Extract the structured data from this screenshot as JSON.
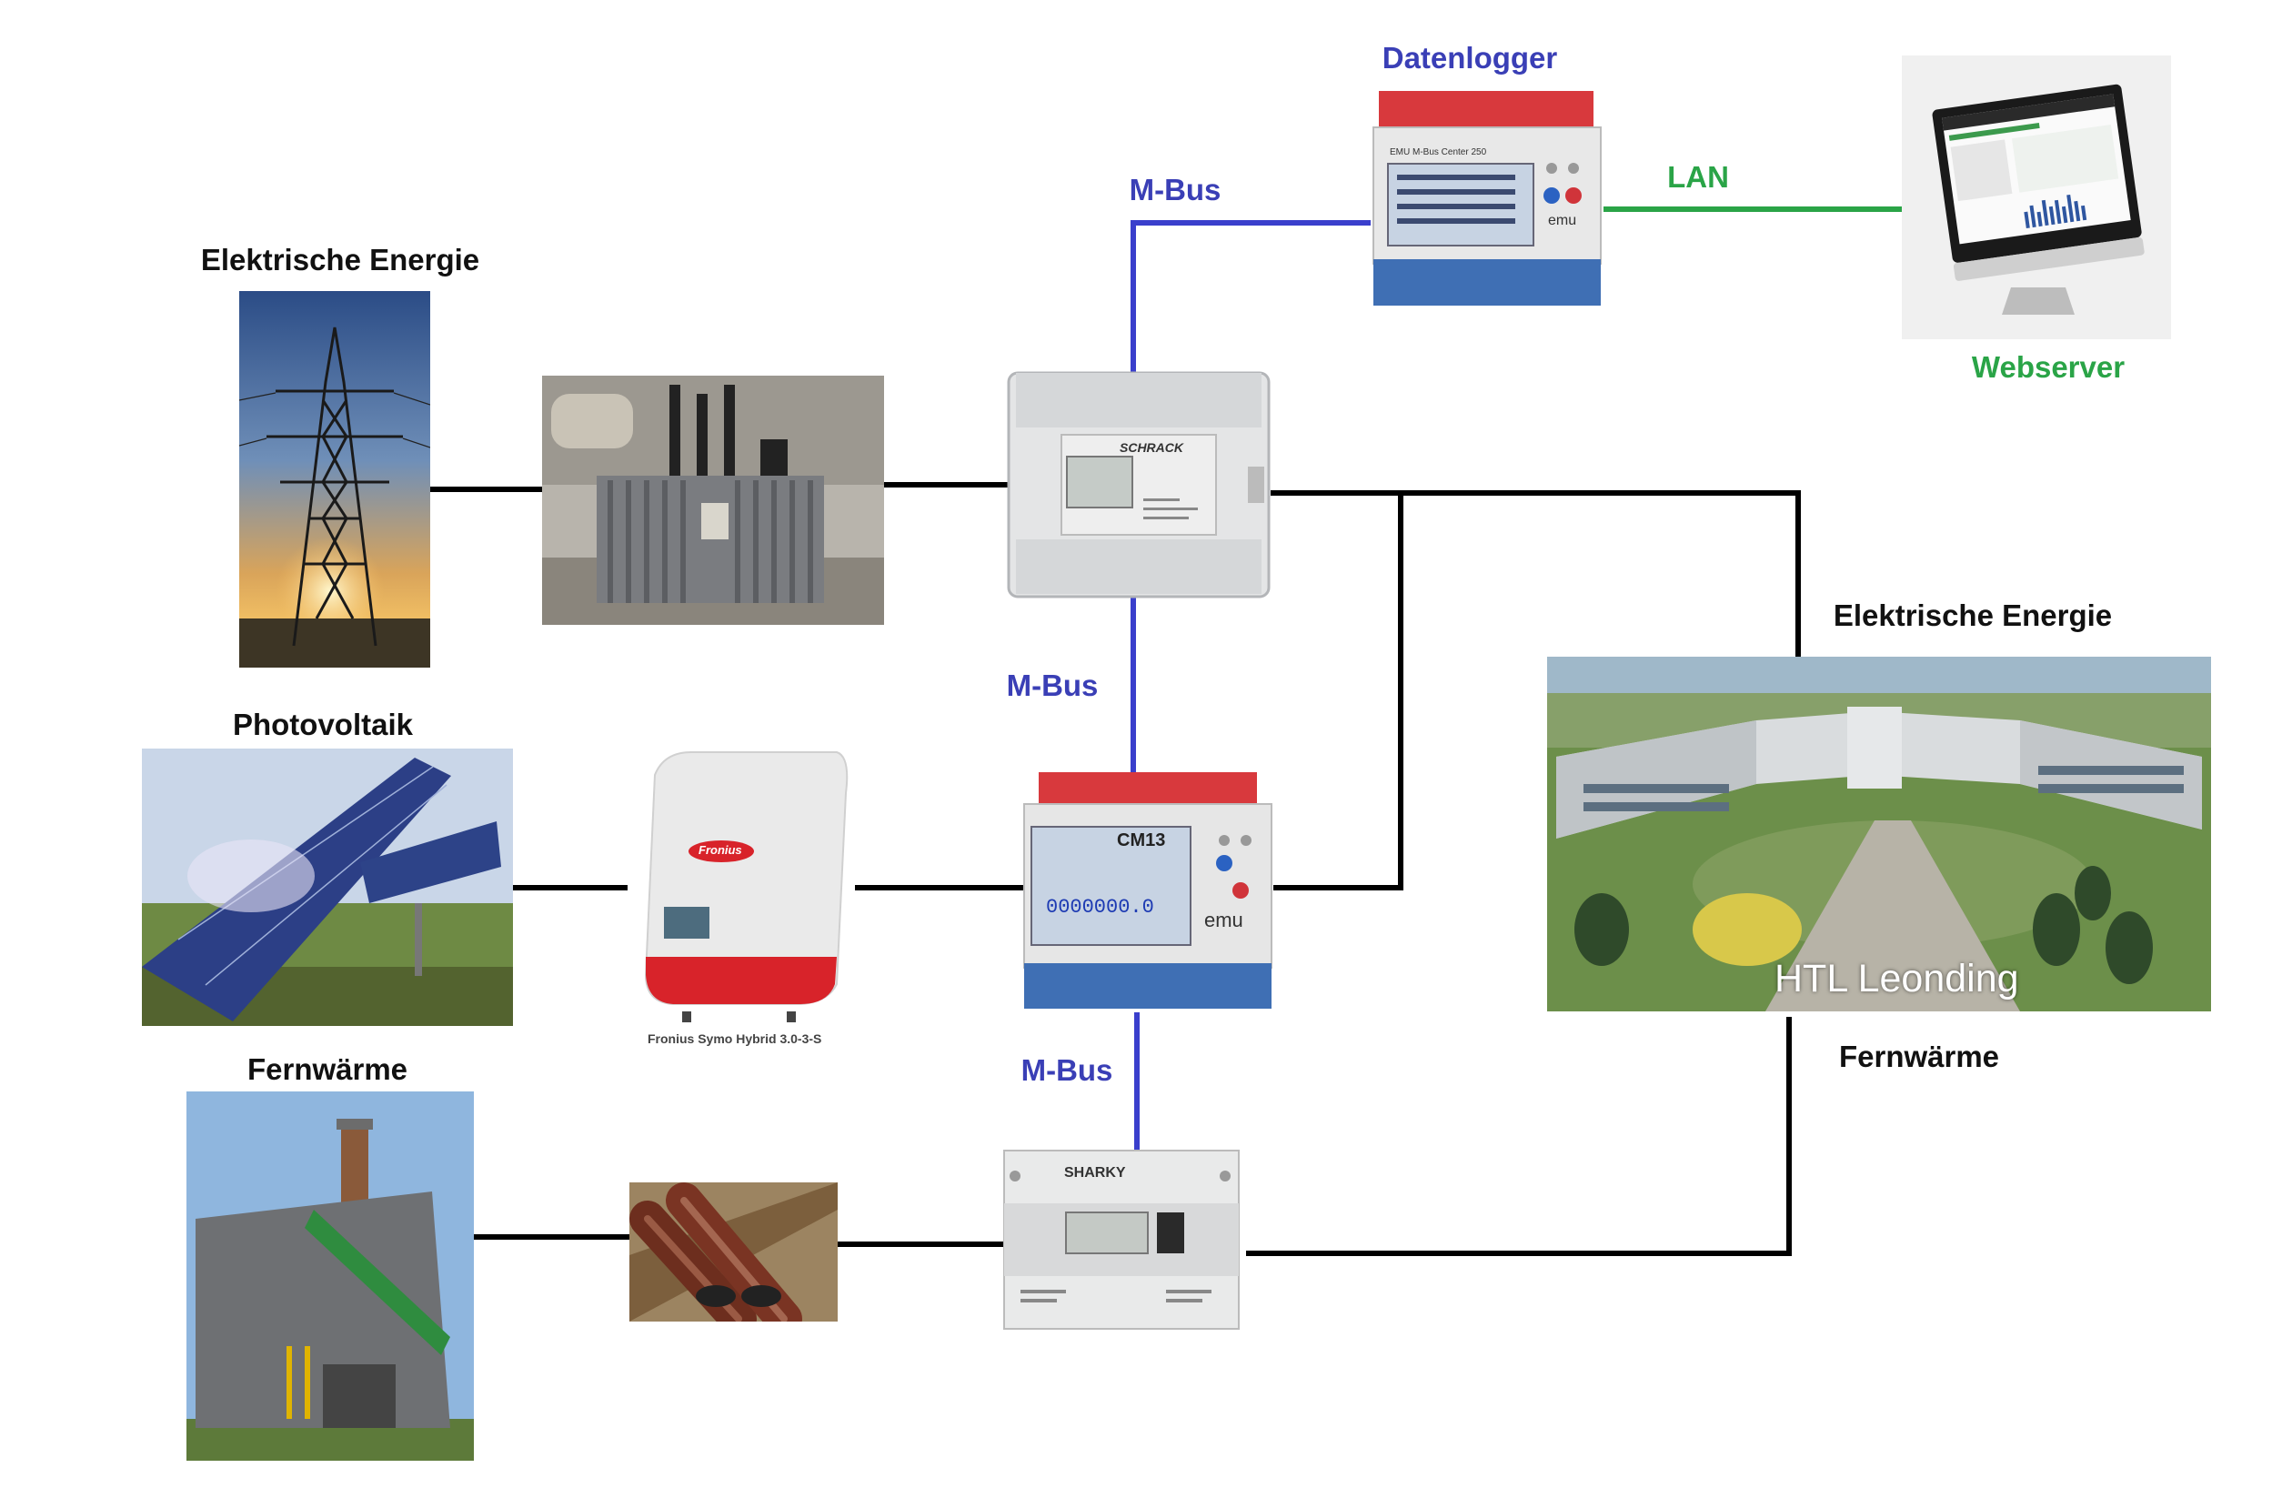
{
  "nodes": {
    "pylon": {
      "label": "Elektrische Energie"
    },
    "pv": {
      "label": "Photovoltaik"
    },
    "heat_plant": {
      "label": "Fernwärme"
    },
    "datalogger": {
      "label": "Datenlogger",
      "device_text": "EMU M-Bus Center 250",
      "brand": "emu"
    },
    "webserver": {
      "label": "Webserver"
    },
    "school": {
      "label_top": "Elektrische Energie",
      "caption": "HTL Leonding",
      "label_bottom": "Fernwärme"
    },
    "schrack_meter": {
      "brand": "SCHRACK"
    },
    "emu_meter": {
      "model": "CM13",
      "display_value": "0000000.0",
      "brand": "emu"
    },
    "inverter": {
      "caption": "Fronius Symo Hybrid 3.0-3-S",
      "brand": "Fronius"
    },
    "sharky_meter": {
      "brand": "SHARKY"
    }
  },
  "connections": {
    "mbus_1": "M-Bus",
    "mbus_2": "M-Bus",
    "mbus_3": "M-Bus",
    "lan": "LAN"
  },
  "colors": {
    "mbus_line": "#3a3fcc",
    "lan_line": "#2aa447",
    "power_line": "#000000",
    "label_blue": "#3a3fb6",
    "label_green": "#2aa447"
  }
}
